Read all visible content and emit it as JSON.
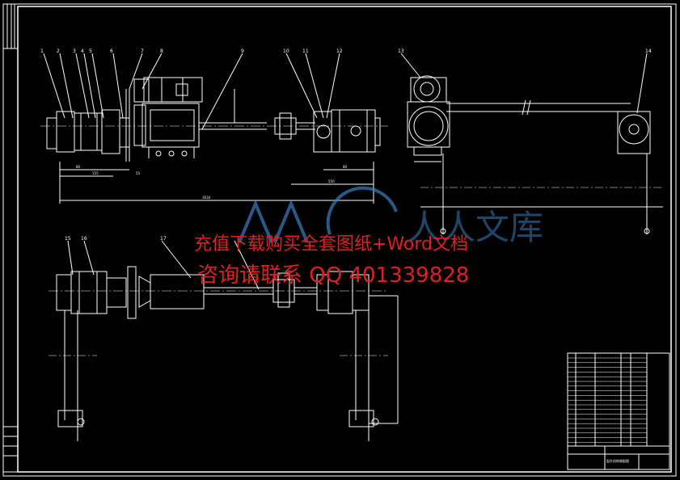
{
  "part_numbers_top": [
    "1",
    "2",
    "3",
    "4",
    "5",
    "6",
    "7",
    "8",
    "9",
    "10",
    "11",
    "12",
    "13",
    "14"
  ],
  "part_numbers_bottom": [
    "15",
    "16",
    "17"
  ],
  "watermark": {
    "line1": "充值下载购买全套图纸+Word文档",
    "line2": "咨询请联系 QQ 401339828"
  },
  "logo_text": "人人文库",
  "dimension_labels": [
    "155",
    "80",
    "55",
    "80",
    "550",
    "1634"
  ],
  "title_block_label": "起升机构装配图",
  "colors": {
    "background": "#000000",
    "lines": "#ffffff",
    "watermark": "#e02020",
    "logo": "#3a7fc0"
  }
}
